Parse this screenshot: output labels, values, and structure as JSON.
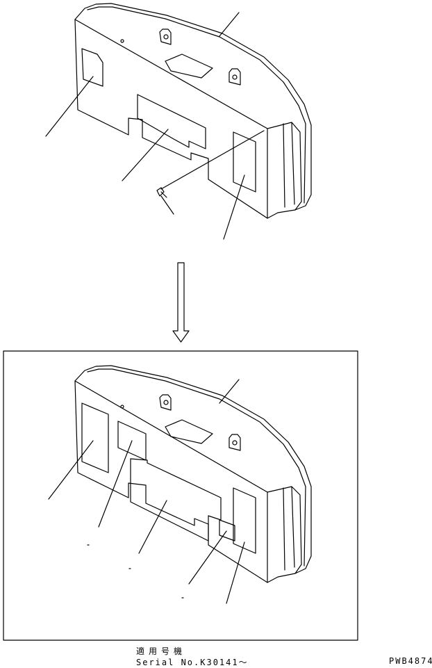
{
  "footer": {
    "serial_heading": "適用号機",
    "serial_number": "Serial No.K30141〜",
    "figure_code": "PWB4874"
  },
  "colors": {
    "line": "#000000",
    "background": "#ffffff"
  }
}
